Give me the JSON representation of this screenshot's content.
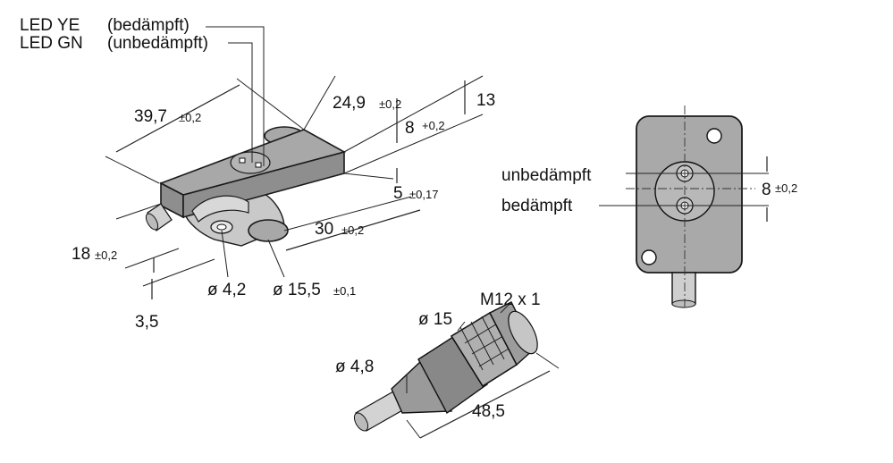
{
  "labels": {
    "led_ye": "LED YE",
    "led_ye_state": "(bedämpft)",
    "led_gn": "LED GN",
    "led_gn_state": "(unbedämpft)",
    "unbedaempft": "unbedämpft",
    "bedaempft": "bedämpft"
  },
  "dims": {
    "d39_7": {
      "value": "39,7",
      "tol": "±0,2"
    },
    "d24_9": {
      "value": "24,9",
      "tol": "±0,2"
    },
    "d13": {
      "value": "13"
    },
    "d8_top": {
      "value": "8",
      "tol": "+0,2"
    },
    "d5": {
      "value": "5",
      "tol": "±0,17"
    },
    "d30": {
      "value": "30",
      "tol": "±0,2"
    },
    "d18": {
      "value": "18",
      "tol": "±0,2"
    },
    "d3_5": {
      "value": "3,5"
    },
    "d4_2": {
      "value": "ø 4,2"
    },
    "d15_5": {
      "value": "ø 15,5",
      "tol": "±0,1"
    },
    "d8_side": {
      "value": "8",
      "tol": "±0,2"
    },
    "m12": {
      "value": "M12 x 1"
    },
    "d15": {
      "value": "ø 15"
    },
    "d4_8": {
      "value": "ø 4,8"
    },
    "d48_5": {
      "value": "48,5"
    }
  }
}
